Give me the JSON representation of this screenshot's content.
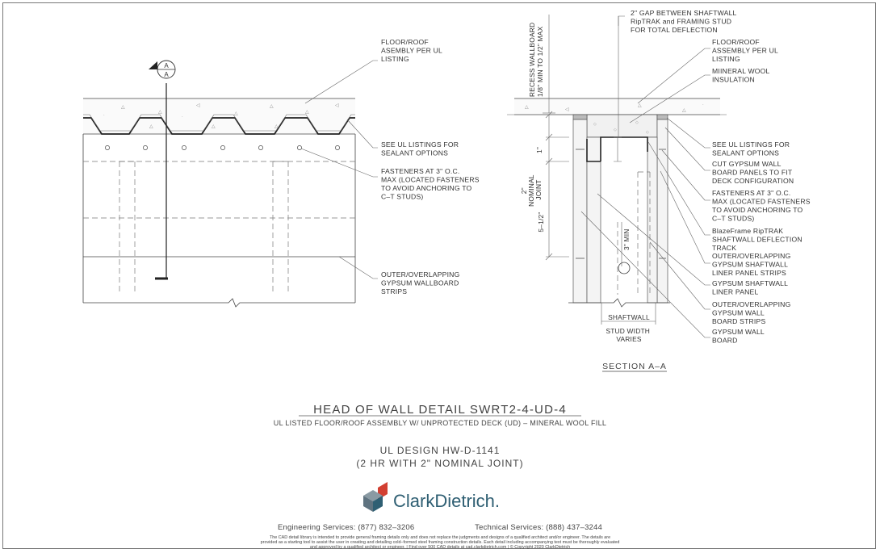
{
  "title": "HEAD OF WALL DETAIL SWRT2-4-UD-4",
  "subtitle": "UL LISTED FLOOR/ROOF ASSEMBLY W/ UNPROTECTED DECK (UD) – MINERAL WOOL FILL",
  "design_line1": "UL DESIGN HW-D-1141",
  "design_line2": "(2 HR WITH 2\" NOMINAL JOINT)",
  "section_label": "SECTION A–A",
  "section_marker": {
    "top": "A",
    "bottom": "A"
  },
  "brand": "ClarkDietrich.",
  "brand_color": "#2f5f73",
  "services": {
    "engineering": "Engineering Services: (877) 832–3206",
    "technical": "Technical Services: (888) 437–3244"
  },
  "disclaimer": [
    "The CAD detail library is intended to provide general framing details only and does not replace the judgments and designs of a qualified architect and/or engineer. The details are",
    "provided as a starting tool to assist the user in creating and detailing cold–formed steel framing construction details. Each detail including accompanying text must be thoroughly evaluated",
    "and approved by a qualified architect or engineer.    |    Find over 500 CAD details at cad.clarkdietrich.com    |    © Copyright 2020 ClarkDietrich"
  ],
  "left_labels": {
    "floor": [
      "FLOOR/ROOF",
      "ASEMBLY PER UL",
      "LISTING"
    ],
    "sealant": [
      "SEE UL LISTINGS FOR",
      "SEALANT OPTIONS"
    ],
    "fasteners": [
      "FASTENERS AT 3\" O.C.",
      "MAX (LOCATED FASTENERS",
      "TO AVOID ANCHORING TO",
      "C–T STUDS)"
    ],
    "outer": [
      "OUTER/OVERLAPPING",
      "GYPSUM WALLBOARD",
      "STRIPS"
    ]
  },
  "right_labels": {
    "gap": [
      "2\" GAP BETWEEN SHAFTWALL",
      "RipTRAK and FRAMING STUD",
      "FOR TOTAL DEFLECTION"
    ],
    "floor": [
      "FLOOR/ROOF",
      "ASSEMBLY PER UL",
      "LISTING"
    ],
    "wool": [
      "MIINERAL WOOL",
      "INSULATION"
    ],
    "sealant": [
      "SEE UL LISTINGS FOR",
      "SEALANT OPTIONS"
    ],
    "cut": [
      "CUT GYPSUM WALL",
      "BOARD PANELS TO FIT",
      "DECK CONFIGURATION"
    ],
    "fasteners": [
      "FASTENERS AT 3\" O.C.",
      "MAX (LOCATED FASTENERS",
      "TO AVOID ANCHORING TO",
      "C–T STUDS)"
    ],
    "track": [
      "BlazeFrame RipTRAK",
      "SHAFTWALL DEFLECTION",
      "TRACK"
    ],
    "liner_strips": [
      "OUTER/OVERLAPPING",
      "GYPSUM SHAFTWALL",
      "LINER PANEL STRIPS"
    ],
    "liner": [
      "GYPSUM SHAFTWALL",
      "LINER PANEL"
    ],
    "board_strips": [
      "OUTER/OVERLAPPING",
      "GYPSUM WALL",
      "BOARD STRIPS"
    ],
    "board": [
      "GYPSUM WALL",
      "BOARD"
    ]
  },
  "dims": {
    "recess": [
      "RECESS WALLBOARD",
      "1/8\" MIN TO 1/2\" MAX"
    ],
    "one_inch": "1\"",
    "joint": [
      "2\"",
      "NOMINAL",
      "JOINT"
    ],
    "five_half": "5–1/2\"",
    "three_min": "3\" MIN",
    "shaftwall": "SHAFTWALL",
    "stud_width": [
      "STUD WIDTH",
      "VARIES"
    ]
  }
}
